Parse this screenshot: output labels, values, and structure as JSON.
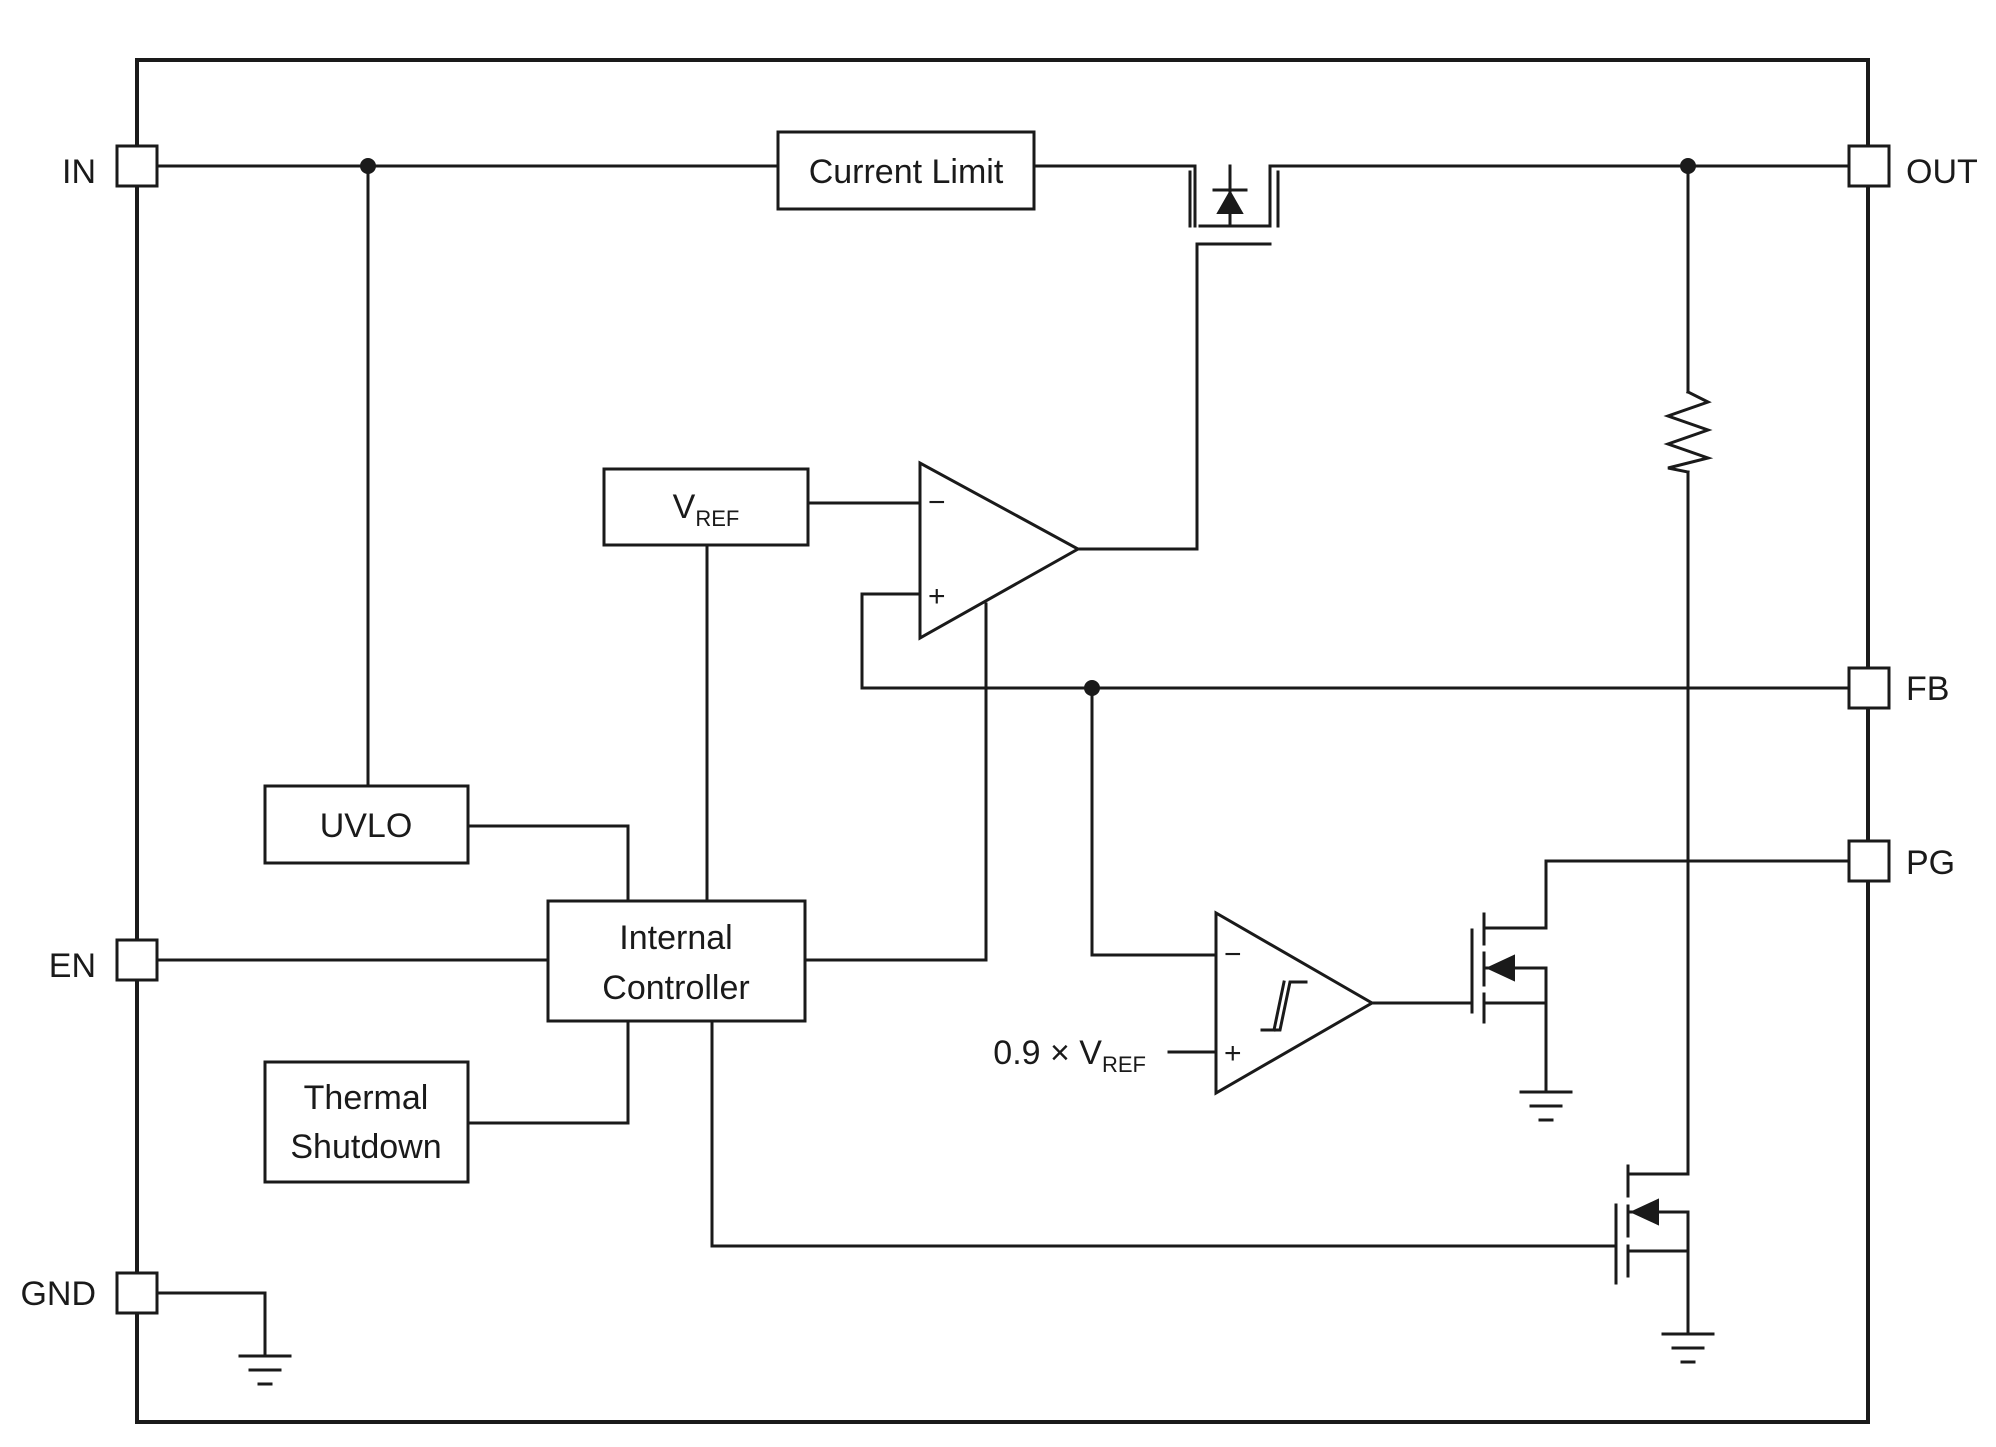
{
  "pins": {
    "in": "IN",
    "en": "EN",
    "gnd": "GND",
    "out": "OUT",
    "fb": "FB",
    "pg": "PG"
  },
  "blocks": {
    "current_limit": "Current Limit",
    "vref_main": "V",
    "vref_sub": "REF",
    "uvlo": "UVLO",
    "internal_controller_line1": "Internal",
    "internal_controller_line2": "Controller",
    "thermal_shutdown_line1": "Thermal",
    "thermal_shutdown_line2": "Shutdown"
  },
  "comparator_ref": {
    "prefix": "0.9 × V",
    "sub": "REF"
  },
  "opamp_signs": {
    "minus": "−",
    "plus": "+"
  },
  "colors": {
    "line": "#1a1a1a",
    "background": "#ffffff"
  }
}
